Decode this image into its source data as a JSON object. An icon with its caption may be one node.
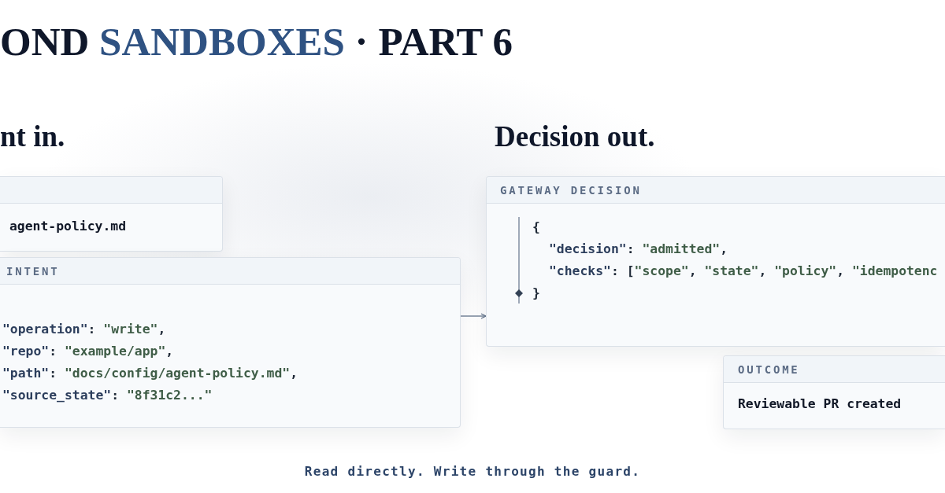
{
  "diagram": {
    "title": "OND SANDBOXES · PART 6",
    "caption": "Read directly. Write through the guard.",
    "nodes": [
      {
        "text": [
          "agent-policy.md"
        ]
      },
      {
        "text": [
          "INTENT",
          "\"operation\": \"write\",",
          "\"repo\": \"example/app\",",
          "\"path\": \"docs/config/agent-policy.md\",",
          "\"source_state\": \"8f31c2...\""
        ]
      },
      {
        "text": [
          "GATEWAY DECISION",
          "{",
          "\"decision\": \"admitted\",",
          "\"checks\": [\"scope\", \"state\", \"policy\", \"idempotenc",
          "}"
        ]
      },
      {
        "text": [
          "OUTCOME",
          "Reviewable PR created"
        ]
      }
    ],
    "edges": [
      {
        "from": 1,
        "to": 2,
        "arrow": "to"
      }
    ],
    "labels": [
      "nt in.",
      "Decision out."
    ]
  }
}
